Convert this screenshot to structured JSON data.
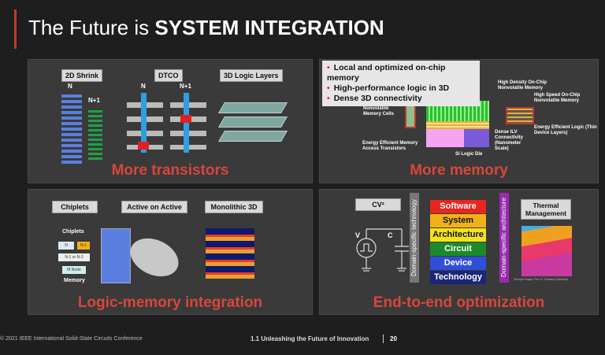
{
  "slide": {
    "title_prefix": "The Future is ",
    "title_bold": "SYSTEM INTEGRATION",
    "accent_color": "#c0392b"
  },
  "panels": {
    "transistors": {
      "heading": "More transistors",
      "labels": [
        "2D Shrink",
        "DTCO",
        "3D Logic Layers"
      ],
      "shrink_n": "N",
      "shrink_n1": "N+1",
      "dtco_n": "N",
      "dtco_n1": "N+1"
    },
    "memory": {
      "heading": "More memory",
      "bullets": [
        "Local and optimized on-chip memory",
        "High-performance logic in 3D",
        "Dense 3D connectivity"
      ],
      "callouts": {
        "hd": "High Density On-Chip Nonvolatile Memory",
        "hs": "High Speed On-Chip Nonvolatile Memory",
        "nv": "Nonvolatile Memory Cells",
        "eelogic": "Energy Efficient Logic (Thin Device Layers)",
        "ilv": "Dense ILV Connectivity (Nanometer Scale)",
        "eemem": "Energy Efficient Memory Access Transistors",
        "si": "Si Logic Die"
      }
    },
    "logic_memory": {
      "heading": "Logic-memory integration",
      "labels": [
        "Chiplets",
        "Active on Active",
        "Monolithic 3D"
      ],
      "chiplets_title": "Chiplets",
      "n": "N",
      "n1": "N-1",
      "n12": "N-1 or N-2",
      "mnode": "M Node",
      "memory": "Memory"
    },
    "e2e": {
      "heading": "End-to-end optimization",
      "cv": "CV²",
      "v": "V",
      "c": "C",
      "left_bar": "Domain-specific technology",
      "right_bar": "Domain-specific architecture",
      "stack": [
        {
          "label": "Software",
          "color": "#e8251f"
        },
        {
          "label": "System",
          "color": "#f2b019"
        },
        {
          "label": "Architecture",
          "color": "#f4e21c"
        },
        {
          "label": "Circuit",
          "color": "#1c8a2a"
        },
        {
          "label": "Device",
          "color": "#2f4fd8"
        },
        {
          "label": "Technology",
          "color": "#1b2677"
        }
      ],
      "thermal": "Thermal Management",
      "credit": "Hot spot image: Prof. K. Goodson (Stanford)"
    }
  },
  "footer": {
    "copyright": "© 2021 IEEE International Solid-State Circuits Conference",
    "session": "1.1 Unleashing the Future of Innovation",
    "page": "20"
  }
}
